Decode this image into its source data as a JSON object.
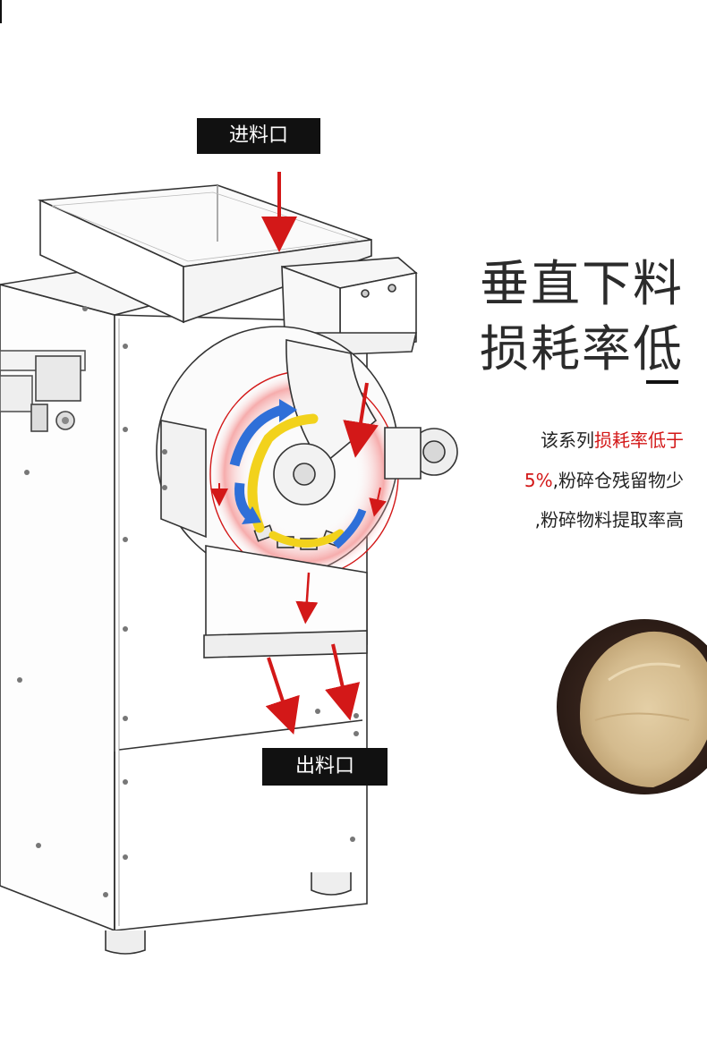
{
  "labels": {
    "feed_inlet": "进料口",
    "discharge_outlet": "出料口"
  },
  "headline": {
    "line1": "垂直下料",
    "line2": "损耗率低"
  },
  "description": {
    "line1_prefix": "该系列",
    "line1_highlight": "损耗率低于",
    "line2_highlight": "5%",
    "line2_rest": ",粉碎仓残留物少",
    "line3": ",粉碎物料提取率高"
  },
  "colors": {
    "accent_red": "#d31818",
    "flow_blue": "#2f6fd8",
    "flow_yellow": "#f2d21c",
    "label_bg": "#111111",
    "powder": "#d9c39a"
  }
}
